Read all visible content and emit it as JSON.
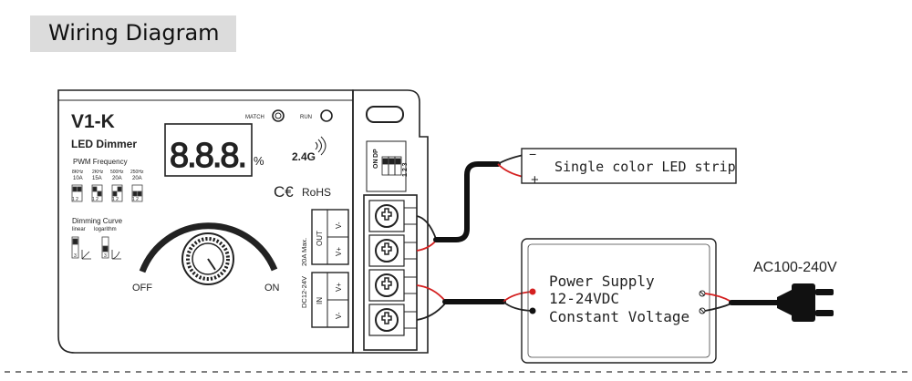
{
  "title": "Wiring Diagram",
  "device": {
    "model": "V1-K",
    "type": "LED Dimmer",
    "display": "8.8.8.",
    "percent": "%",
    "match": "MATCH",
    "run": "RUN",
    "wireless": "2.4G",
    "certification": "RoHS",
    "pwm_title": "PWM Frequency",
    "pwm_options": [
      {
        "freq": "8KHz",
        "amp": "10A"
      },
      {
        "freq": "2KHz",
        "amp": "15A"
      },
      {
        "freq": "500Hz",
        "amp": "20A"
      },
      {
        "freq": "250Hz",
        "amp": "20A"
      }
    ],
    "dip_label": "1 2",
    "curve_title": "Dimming Curve",
    "curve_linear": "linear",
    "curve_log": "logarithm",
    "curve_dip": "3",
    "knob_off": "OFF",
    "knob_on": "ON",
    "out_label": "OUT",
    "in_label": "IN",
    "v_minus": "V-",
    "v_plus": "V+",
    "rating_out": "20A Max.",
    "rating_in": "DC12-24V",
    "side_dip_on": "ON",
    "side_dip_dp": "DP",
    "side_dip_nums": "1 2 3"
  },
  "led_strip": {
    "label": "Single color LED strip",
    "minus": "−",
    "plus": "+"
  },
  "power_supply": {
    "line1": "Power Supply",
    "line2": "12-24VDC",
    "line3": "Constant Voltage"
  },
  "ac": {
    "label": "AC100-240V"
  }
}
